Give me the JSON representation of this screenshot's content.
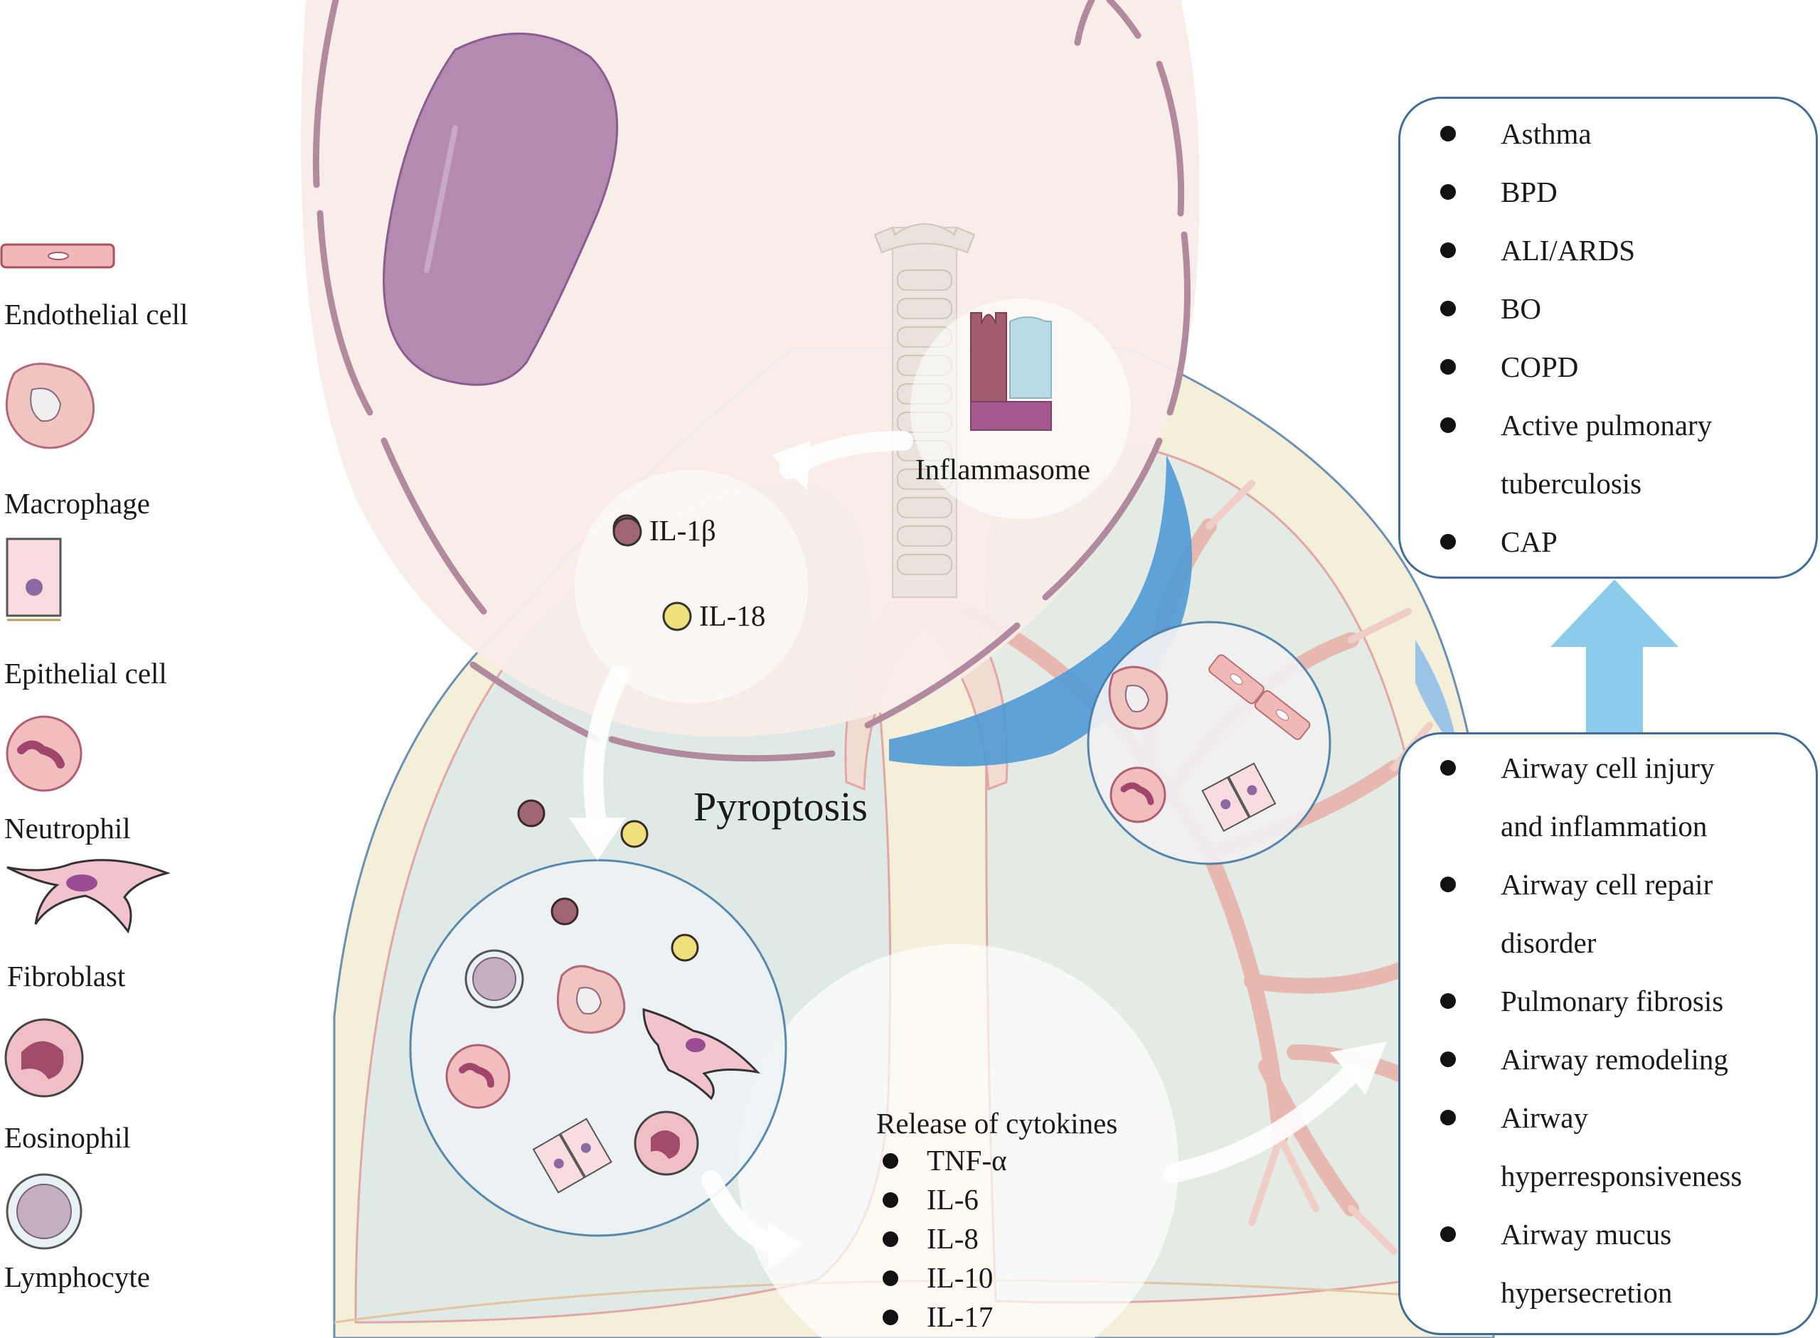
{
  "legend": {
    "endothelial": "Endothelial cell",
    "macrophage": "Macrophage",
    "epithelial": "Epithelial cell",
    "neutrophil": "Neutrophil",
    "fibroblast": "Fibroblast",
    "eosinophil": "Eosinophil",
    "lymphocyte": "Lymphocyte"
  },
  "center": {
    "inflammasome": "Inflammasome",
    "il1b": "IL-1β",
    "il18": "IL-18",
    "pyroptosis": "Pyroptosis"
  },
  "cytokines": {
    "title": "Release of cytokines",
    "items": [
      "TNF-α",
      "IL-6",
      "IL-8",
      "IL-10",
      "IL-17"
    ]
  },
  "diseases": {
    "items": [
      {
        "line1": "Asthma"
      },
      {
        "line1": "BPD"
      },
      {
        "line1": "ALI/ARDS"
      },
      {
        "line1": "BO"
      },
      {
        "line1": "COPD"
      },
      {
        "line1": "Active pulmonary",
        "line2": "tuberculosis"
      },
      {
        "line1": "CAP"
      }
    ]
  },
  "effects": {
    "items": [
      {
        "line1": "Airway cell injury",
        "line2": "and inflammation"
      },
      {
        "line1": "Airway cell repair",
        "line2": "disorder"
      },
      {
        "line1": "Pulmonary fibrosis"
      },
      {
        "line1": "Airway remodeling"
      },
      {
        "line1": "Airway",
        "line2": "hyperresponsiveness"
      },
      {
        "line1": "Airway mucus",
        "line2": "hypersecretion"
      }
    ]
  },
  "colors": {
    "cell_fill": "#f8ece8",
    "cell_membrane": "#b28a9e",
    "nucleus": "#b48ab0",
    "lung_fill": "#f4efd8",
    "lung_blue": "#dde9e6",
    "bronchus_blue": "#4f9ad6",
    "arrow_up": "#8ccbea",
    "box_border": "#3f6d97",
    "il1b": "#a06676",
    "il18": "#eee07a"
  }
}
